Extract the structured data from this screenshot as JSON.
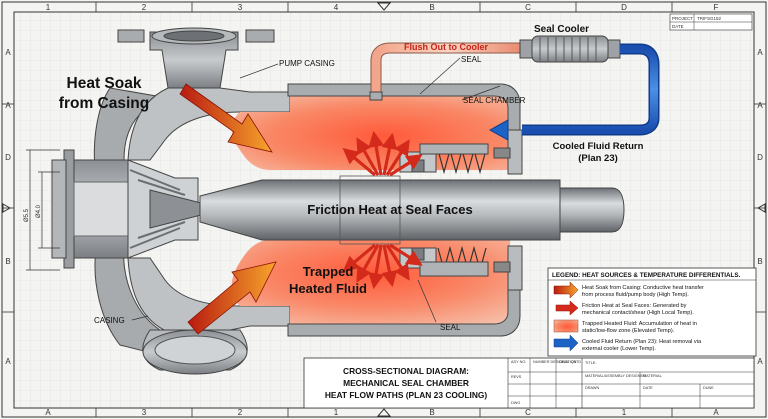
{
  "frame": {
    "top_cols": [
      "1",
      "2",
      "3",
      "4",
      "B",
      "C",
      "D",
      "F"
    ],
    "bottom_cols": [
      "A",
      "3",
      "2",
      "1",
      "B",
      "C",
      "1",
      "A"
    ],
    "left_rows": [
      "A",
      "A",
      "D",
      "B",
      "A"
    ],
    "right_rows": [
      "A",
      "A",
      "D",
      "B",
      "A"
    ]
  },
  "stamp": {
    "rows": [
      {
        "k": "PROJECT",
        "v": "TRIFSG152"
      },
      {
        "k": "DATE",
        "v": ""
      }
    ]
  },
  "labels": {
    "heat_soak": "Heat Soak from Casing",
    "heat_soak_l1": "Heat Soak",
    "heat_soak_l2": "from Casing",
    "pump_casing": "PUMP CASING",
    "flush_out": "Flush Out to Cooler",
    "seal_cooler": "Seal Cooler",
    "seal_chamber": "SEAL CHAMBER",
    "seal_top": "SEAL",
    "cooled_return_l1": "Cooled Fluid Return",
    "cooled_return_l2": "(Plan 23)",
    "friction": "Friction Heat at Seal Faces",
    "trapped_l1": "Trapped",
    "trapped_l2": "Heated Fluid",
    "casing": "CASING",
    "seal_bottom": "SEAL",
    "dim_1": "Ø5.5",
    "dim_2": "Ø4.0"
  },
  "legend": {
    "title": "LEGEND: HEAT SOURCES & TEMPERATURE DIFFERENTIALS.",
    "items": [
      {
        "icon": "red-arrow-icon",
        "l1": "Heat Soak from Casing: Conductive heat transfer",
        "l2": "from process fluid/pump body (High Temp)."
      },
      {
        "icon": "small-red-arrow-icon",
        "l1": "Friction Heat at Seal Faces: Generated by",
        "l2": "mechanical contact/shear (High Local Temp)."
      },
      {
        "icon": "heated-zone-swatch-icon",
        "l1": "Trapped Heated Fluid: Accumulation of heat in",
        "l2": "static/low-flow zone (Elevated Temp)."
      },
      {
        "icon": "blue-arrow-icon",
        "l1": "Cooled Fluid Return (Plan 23): Heat removal via",
        "l2": "external cooler (Lower Temp)."
      }
    ]
  },
  "title_block": {
    "title_l1": "CROSS-SECTIONAL DIAGRAM:",
    "title_l2": "MECHANICAL SEAL CHAMBER",
    "title_l3": "HEAT FLOW PATHS (PLAN 23 COOLING)",
    "cols": [
      "ASY NO.",
      "NUMBER DESIGNATION",
      "DESC QSTD"
    ],
    "row_labels": [
      "REVS",
      "",
      "DWG"
    ],
    "fields": [
      "TITLE:",
      "MATERIAL/ASSEMBLY DESIGNER",
      "MATERIAL",
      "DRAWN",
      "DATE",
      "DUNE"
    ]
  },
  "colors": {
    "hot": "#e8301c",
    "warm": "#f7a283",
    "cool": "#1d63c6",
    "steel": "#9ea2a6"
  }
}
